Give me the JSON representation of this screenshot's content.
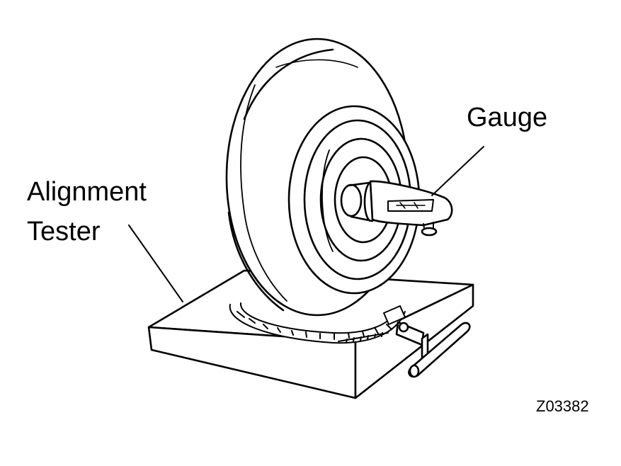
{
  "labels": {
    "gauge": "Gauge",
    "alignment_tester_line1": "Alignment",
    "alignment_tester_line2": "Tester"
  },
  "figure_code": "Z03382",
  "colors": {
    "ink": "#000000",
    "paper": "#ffffff"
  }
}
